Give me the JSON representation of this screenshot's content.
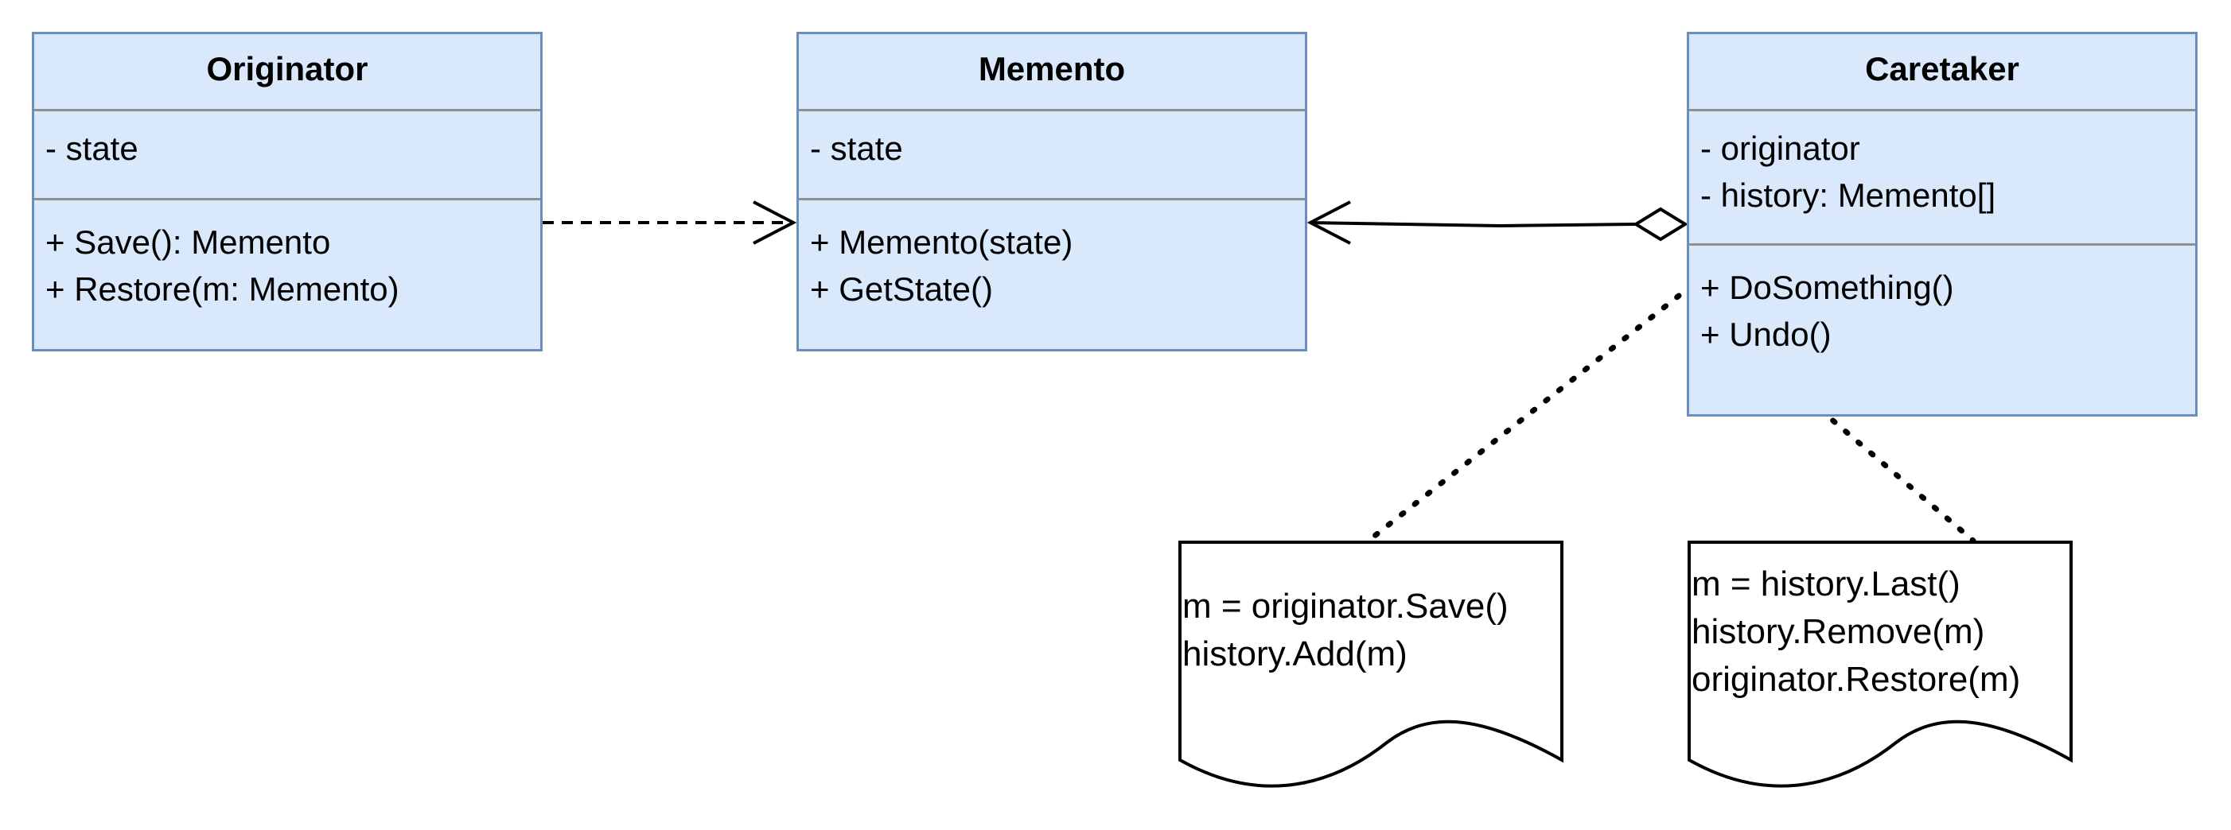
{
  "classes": {
    "originator": {
      "name": "Originator",
      "attributes": [
        "- state"
      ],
      "methods": [
        "+ Save(): Memento",
        "+ Restore(m: Memento)"
      ]
    },
    "memento": {
      "name": "Memento",
      "attributes": [
        "- state"
      ],
      "methods": [
        "+ Memento(state)",
        "+ GetState()"
      ]
    },
    "caretaker": {
      "name": "Caretaker",
      "attributes": [
        "- originator",
        "- history: Memento[]"
      ],
      "methods": [
        "+ DoSomething()",
        "+ Undo()"
      ]
    }
  },
  "notes": {
    "do_something": [
      "m = originator.Save()",
      "history.Add(m)"
    ],
    "undo": [
      "m = history.Last()",
      "history.Remove(m)",
      "originator.Restore(m)"
    ]
  },
  "relationships": [
    {
      "from": "Originator",
      "to": "Memento",
      "kind": "dependency"
    },
    {
      "from": "Caretaker",
      "to": "Memento",
      "kind": "aggregation"
    }
  ],
  "colors": {
    "class_fill": "#dae8fc",
    "class_border": "#6c8ebf",
    "divider": "#909090",
    "connector": "#000000",
    "note_fill": "#ffffff"
  }
}
